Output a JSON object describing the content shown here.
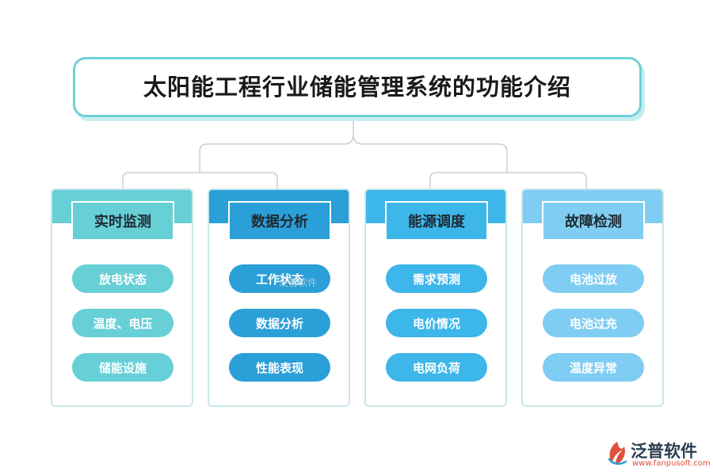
{
  "title": "太阳能工程行业储能管理系统的功能介绍",
  "columns": [
    {
      "header": "实时监测",
      "items": [
        "放电状态",
        "温度、电压",
        "储能设施"
      ],
      "band_color": "#67cfd6",
      "head_color": "#67cfd6",
      "pill_color": "#67cfd6",
      "pill_text_color": "#ffffff"
    },
    {
      "header": "数据分析",
      "items": [
        "工作状态",
        "数据分析",
        "性能表现"
      ],
      "band_color": "#2b9fd8",
      "head_color": "#2b9fd8",
      "pill_color": "#2b9fd8",
      "pill_text_color": "#ffffff"
    },
    {
      "header": "能源调度",
      "items": [
        "需求预测",
        "电价情况",
        "电网负荷"
      ],
      "band_color": "#3db6ea",
      "head_color": "#3db6ea",
      "pill_color": "#3db6ea",
      "pill_text_color": "#ffffff"
    },
    {
      "header": "故障检测",
      "items": [
        "电池过放",
        "电池过充",
        "温度异常"
      ],
      "band_color": "#7fcdf2",
      "head_color": "#7fcdf2",
      "pill_color": "#7fcdf2",
      "pill_text_color": "#ffffff"
    }
  ],
  "watermark": "泛普软件",
  "logo": {
    "name": "泛普软件",
    "url": "www.fanpusoft.com",
    "icon": "fanpu-logo-icon"
  },
  "connector_color": "#c5d0d6"
}
